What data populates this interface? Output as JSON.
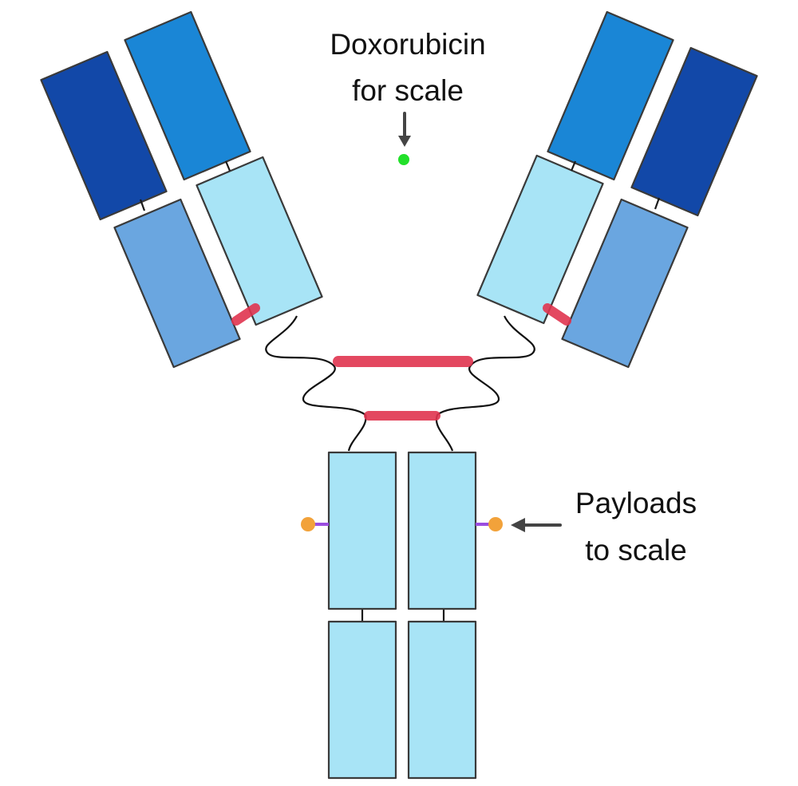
{
  "annotations": {
    "top_label_line1": "Doxorubicin",
    "top_label_line2": "for scale",
    "right_label_line1": "Payloads",
    "right_label_line2": "to scale"
  },
  "colors": {
    "heavy_variable": "#1a86d6",
    "light_variable": "#1248a8",
    "light_constant": "#6aa6e0",
    "heavy_constant": "#a8e4f6",
    "disulfide": "#e0344f",
    "doxorubicin": "#22e02a",
    "payload": "#f2a23a",
    "payload_linker": "#9a4ce0"
  }
}
